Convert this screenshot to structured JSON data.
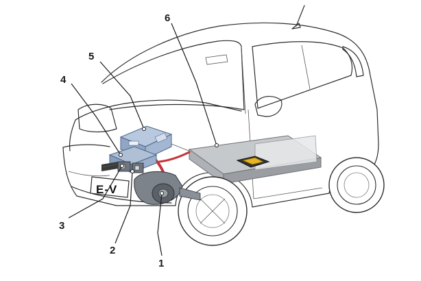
{
  "diagram": {
    "plate_text": "E-V",
    "callouts": [
      {
        "id": "1",
        "label": "1"
      },
      {
        "id": "2",
        "label": "2"
      },
      {
        "id": "3",
        "label": "3"
      },
      {
        "id": "4",
        "label": "4"
      },
      {
        "id": "5",
        "label": "5"
      },
      {
        "id": "6",
        "label": "6"
      }
    ]
  },
  "colors": {
    "line": "#2b2b2b",
    "component_blue": "#9fb4cf",
    "battery_gray": "#b9bcc0",
    "cable_red": "#c4363b",
    "charge_port_yellow": "#e6b424"
  }
}
